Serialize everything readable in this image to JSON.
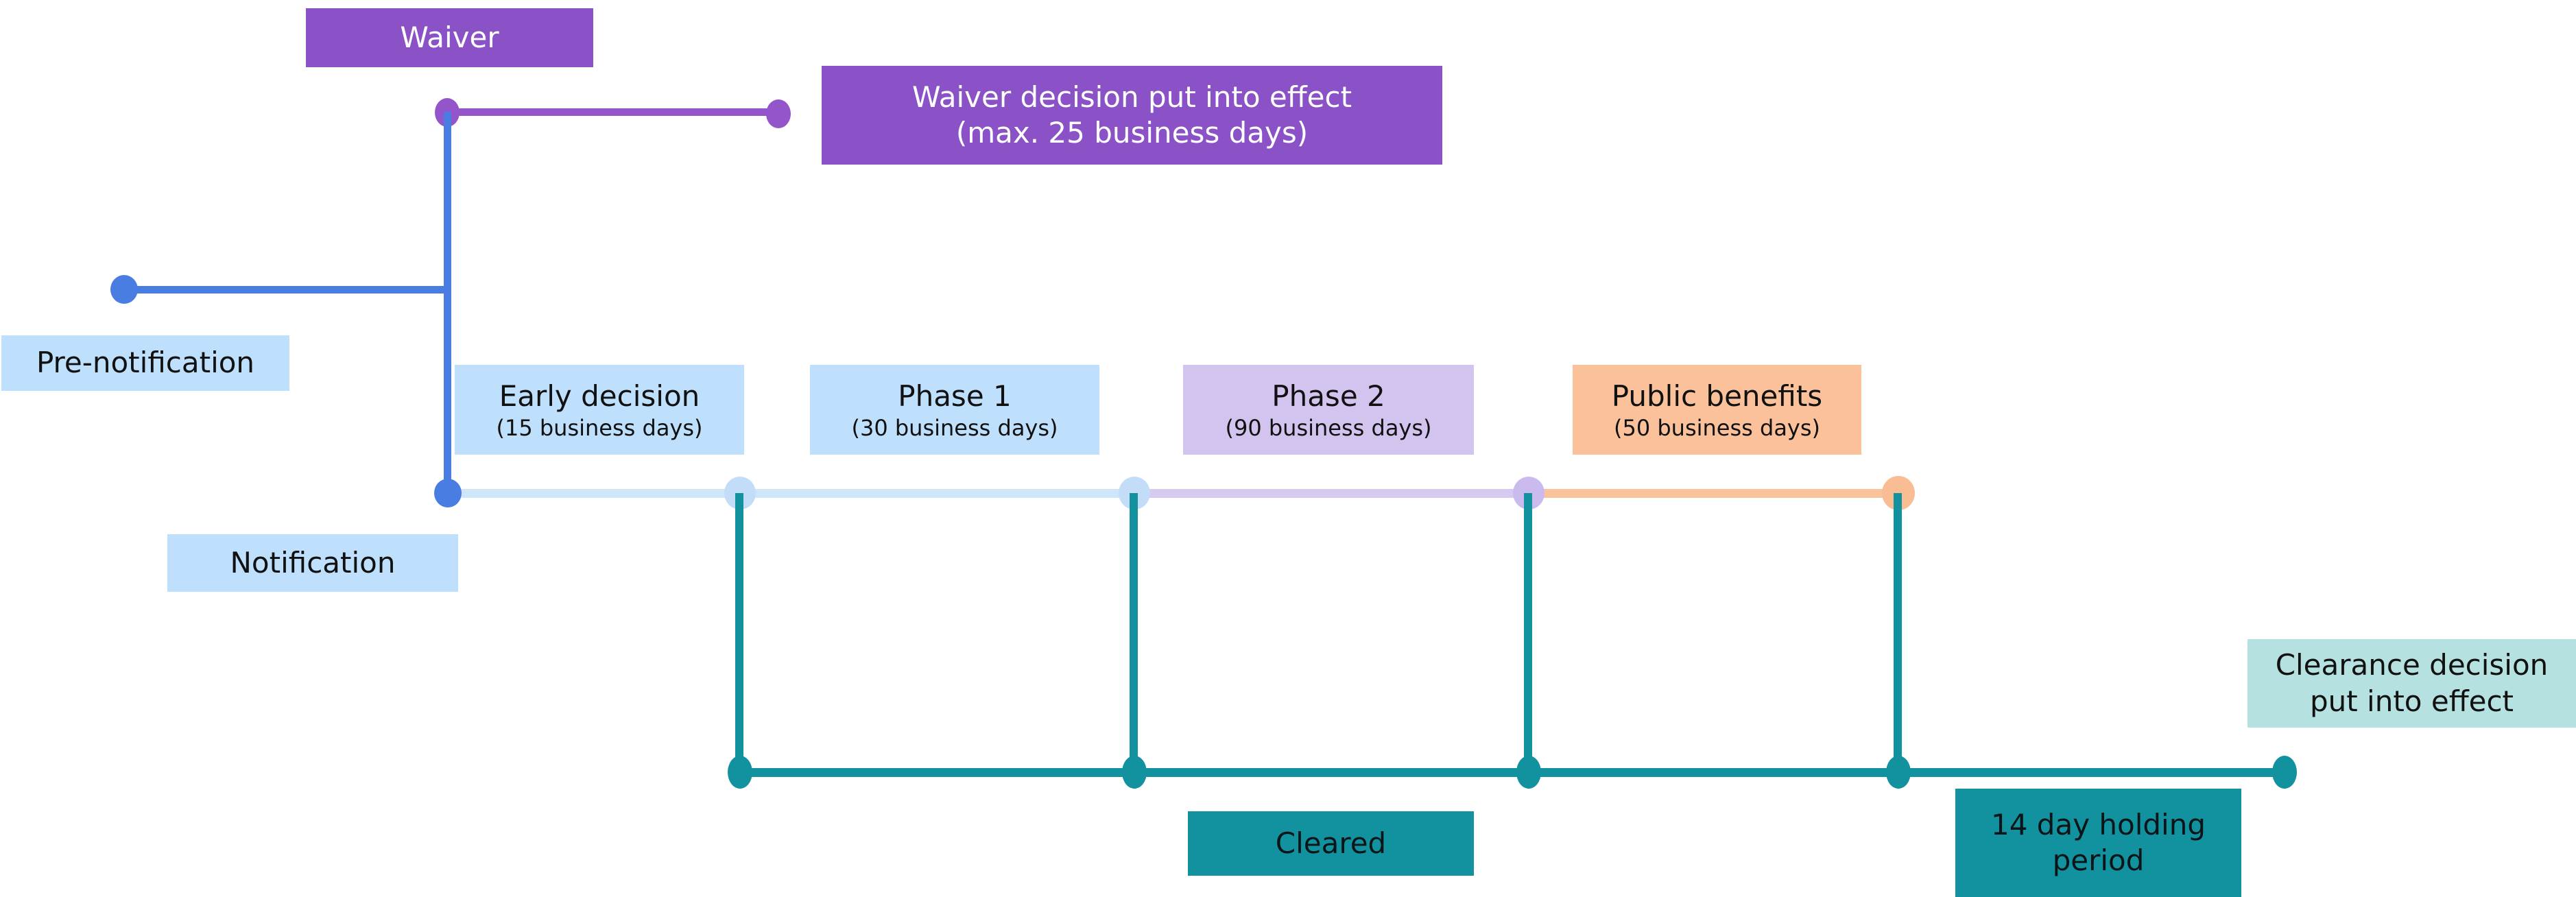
{
  "colors": {
    "purple": "#8a52c6",
    "purple_line": "#9455cb",
    "blue": "#4a7de2",
    "light_blue_box": "#bfe0fc",
    "light_blue_line": "#cfe6fa",
    "light_blue_dot": "#c3ddf8",
    "lavender_box": "#d2c4ef",
    "lavender_line": "#d8c9f1",
    "lavender_dot": "#cbbaed",
    "orange_box": "#fac19b",
    "orange_line": "#f9c39e",
    "orange_dot": "#f9bd93",
    "teal": "#12919e",
    "light_teal_box": "#b5e1e1"
  },
  "waiver": {
    "label": "Waiver"
  },
  "waiver_decision": {
    "line1": "Waiver decision put into effect",
    "line2": "(max. 25 business days)"
  },
  "pre_notification": {
    "label": "Pre-notification"
  },
  "notification": {
    "label": "Notification"
  },
  "stages": [
    {
      "id": "early-decision",
      "title": "Early decision",
      "subtitle": "(15 business days)"
    },
    {
      "id": "phase-1",
      "title": "Phase 1",
      "subtitle": "(30 business days)"
    },
    {
      "id": "phase-2",
      "title": "Phase 2",
      "subtitle": "(90 business days)"
    },
    {
      "id": "public-benefits",
      "title": "Public benefits",
      "subtitle": "(50 business days)"
    }
  ],
  "cleared": {
    "label": "Cleared"
  },
  "holding_period": {
    "label": "14 day holding period"
  },
  "clearance_decision": {
    "label": "Clearance decision put into effect"
  }
}
